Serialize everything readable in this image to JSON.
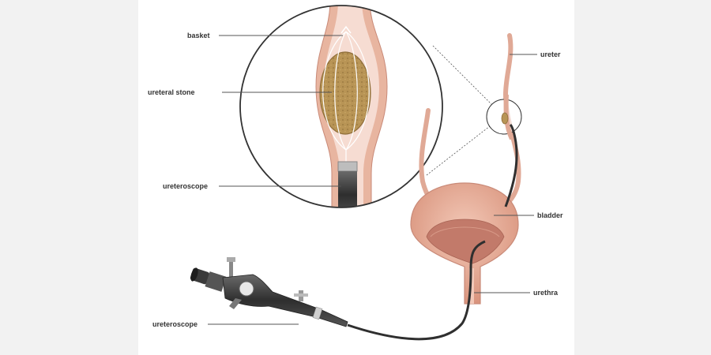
{
  "labels": {
    "basket": "basket",
    "ureteral_stone": "ureteral stone",
    "ureteroscope_inset": "ureteroscope",
    "ureter": "ureter",
    "bladder": "bladder",
    "urethra": "urethra",
    "ureteroscope_device": "ureteroscope"
  },
  "colors": {
    "tissue": "#e8b5a0",
    "tissue_edge": "#c98a78",
    "lumen": "#f6dcd2",
    "stone": "#b89455",
    "stone_dark": "#8e6e3a",
    "scope": "#3a3a3a",
    "leader_line": "#333333"
  }
}
